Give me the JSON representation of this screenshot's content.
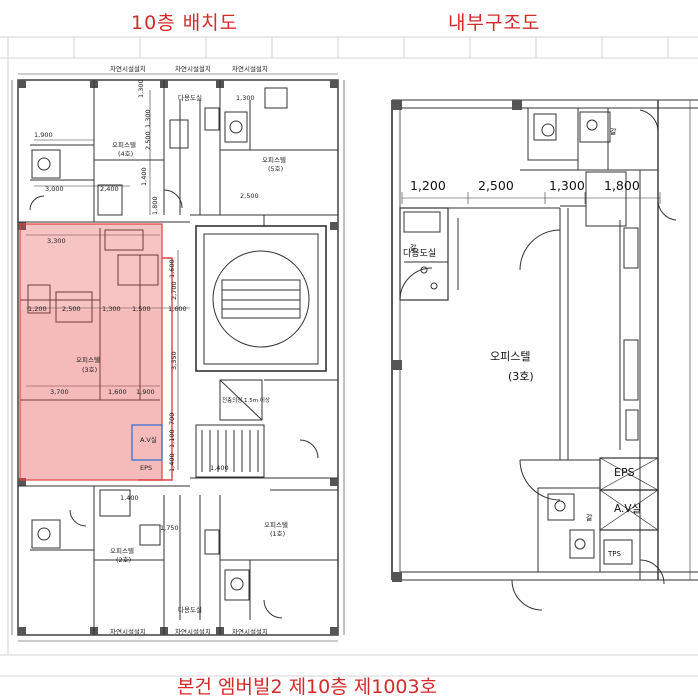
{
  "titles": {
    "left": "10층 배치도",
    "right": "내부구조도"
  },
  "caption": "본건 엠버빌2 제10층 제1003호",
  "left_plan": {
    "top_facility_labels": [
      "차연시설설치",
      "차연시설설치",
      "차연시설설치"
    ],
    "bottom_facility_labels": [
      "차연시설설치",
      "차연시설설치",
      "차연시설설치"
    ],
    "multi_purpose_labels": [
      "다용도실",
      "다용도실"
    ],
    "units": [
      {
        "name": "오피스텔",
        "number": "(4호)"
      },
      {
        "name": "오피스텔",
        "number": "(5호)"
      },
      {
        "name": "오피스텔",
        "number": "(3호)"
      },
      {
        "name": "오피스텔",
        "number": "(2호)"
      },
      {
        "name": "오피스텔",
        "number": "(1호)"
      }
    ],
    "dimensions": [
      "1,900",
      "3,000",
      "2,400",
      "3,300",
      "2,500",
      "1,300",
      "1,500",
      "1,600",
      "3,700",
      "1,600",
      "1,900",
      "1,300",
      "1,400",
      "1,600",
      "3,350",
      "2,700",
      "1,200",
      "1,100",
      "700",
      "1,400",
      "1,800",
      "1,300",
      "2,500",
      "1,300",
      "1,750",
      "1,400",
      "1,400",
      "2,500"
    ],
    "stair_note": "전층의정 1.5m 이상",
    "room_tags": [
      "A.V실",
      "EPS"
    ],
    "highlight_color": "#e84c4c"
  },
  "right_plan": {
    "unit_name": "오피스텔",
    "unit_number": "(3호)",
    "multi_purpose": "다용도실",
    "eps": "EPS",
    "av_room": "A.V실",
    "dimensions": [
      "1,200",
      "2,500",
      "1,300",
      "1,800"
    ],
    "tag_a": "갈",
    "tag_b": "갈",
    "tag_c": "갈",
    "tps": "TPS"
  }
}
